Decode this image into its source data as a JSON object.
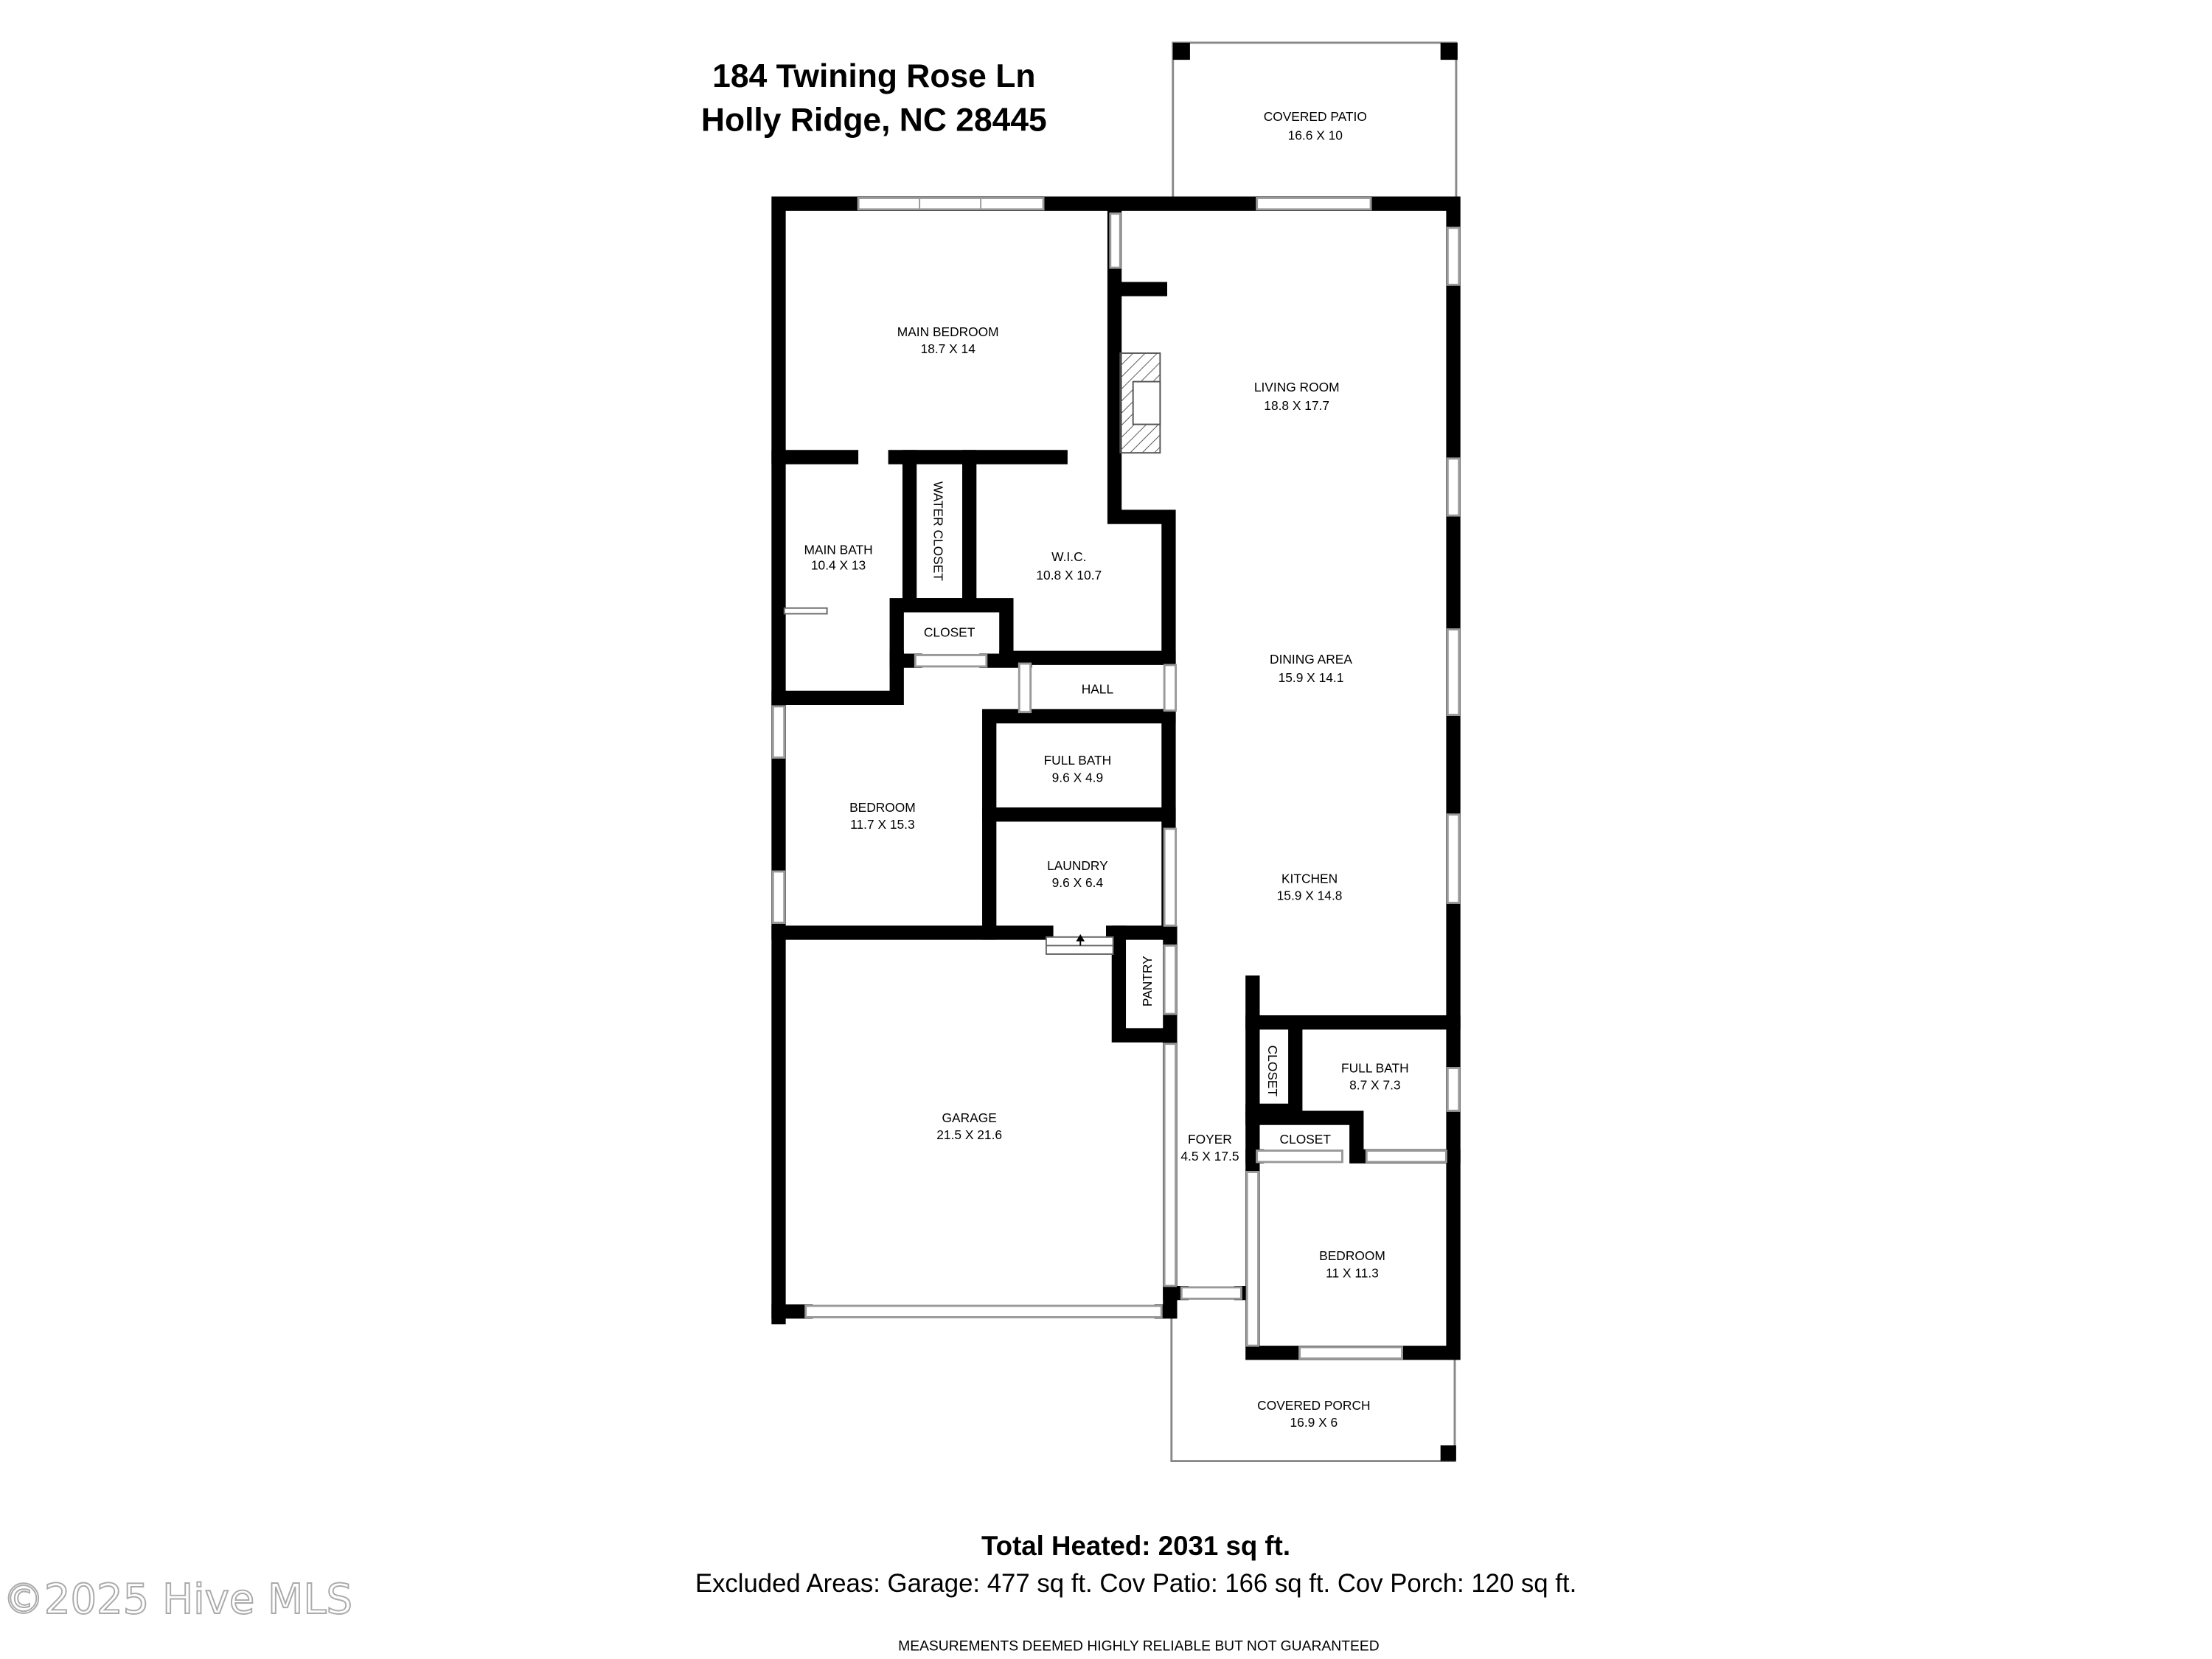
{
  "header": {
    "address_line1": "184 Twining Rose Ln",
    "address_line2": "Holly Ridge, NC 28445"
  },
  "rooms": {
    "covered_patio": {
      "name": "COVERED PATIO",
      "dims": "16.6 X 10"
    },
    "main_bedroom": {
      "name": "MAIN BEDROOM",
      "dims": "18.7 X 14"
    },
    "living_room": {
      "name": "LIVING ROOM",
      "dims": "18.8 X 17.7"
    },
    "main_bath": {
      "name": "MAIN BATH",
      "dims": "10.4 X 13"
    },
    "water_closet": {
      "name": "WATER CLOSET"
    },
    "wic": {
      "name": "W.I.C.",
      "dims": "10.8 X 10.7"
    },
    "closet_main": {
      "name": "CLOSET"
    },
    "hall": {
      "name": "HALL"
    },
    "dining_area": {
      "name": "DINING AREA",
      "dims": "15.9 X 14.1"
    },
    "full_bath_1": {
      "name": "FULL BATH",
      "dims": "9.6 X 4.9"
    },
    "bedroom_1": {
      "name": "BEDROOM",
      "dims": "11.7 X 15.3"
    },
    "laundry": {
      "name": "LAUNDRY",
      "dims": "9.6 X 6.4"
    },
    "kitchen": {
      "name": "KITCHEN",
      "dims": "15.9 X 14.8"
    },
    "pantry": {
      "name": "PANTRY"
    },
    "garage": {
      "name": "GARAGE",
      "dims": "21.5 X 21.6"
    },
    "closet_foyer_vertical": {
      "name": "CLOSET"
    },
    "full_bath_2": {
      "name": "FULL BATH",
      "dims": "8.7 X 7.3"
    },
    "foyer": {
      "name": "FOYER",
      "dims": "4.5 X 17.5"
    },
    "closet_foyer": {
      "name": "CLOSET"
    },
    "bedroom_2": {
      "name": "BEDROOM",
      "dims": "11 X 11.3"
    },
    "covered_porch": {
      "name": "COVERED PORCH",
      "dims": "16.9 X 6"
    }
  },
  "footer": {
    "total_heated": "Total Heated: 2031 sq ft.",
    "excluded_areas": "Excluded Areas: Garage: 477 sq ft.  Cov Patio: 166 sq ft. Cov Porch: 120 sq ft.",
    "disclaimer": "MEASUREMENTS DEEMED HIGHLY RELIABLE BUT NOT GUARANTEED"
  },
  "watermark": "©2025 Hive MLS"
}
